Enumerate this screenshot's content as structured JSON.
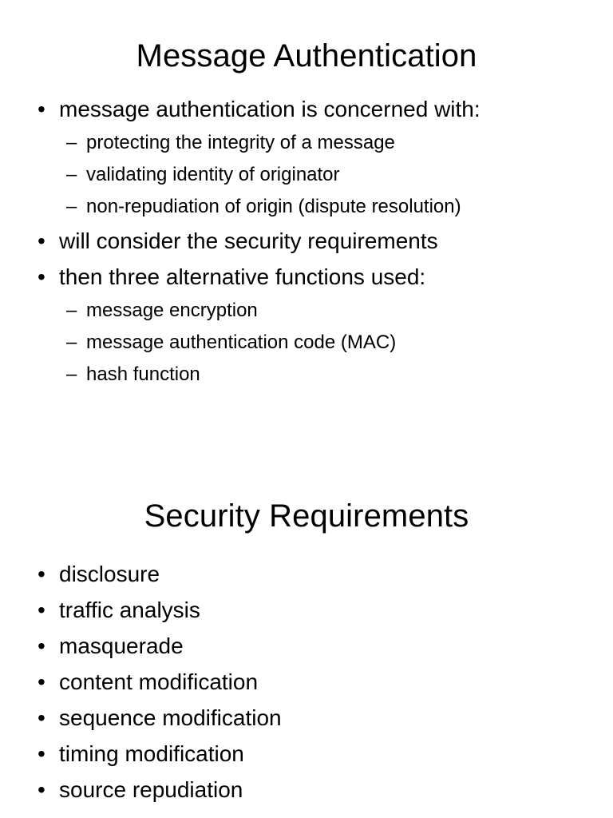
{
  "document": {
    "type": "presentation-slides",
    "background_color": "#ffffff",
    "text_color": "#000000"
  },
  "slides": [
    {
      "title": "Message Authentication",
      "bullets": [
        {
          "level": 1,
          "marker": "•",
          "text": "message authentication is concerned with:"
        },
        {
          "level": 2,
          "marker": "–",
          "text": "protecting the integrity of a message"
        },
        {
          "level": 2,
          "marker": "–",
          "text": "validating identity of originator"
        },
        {
          "level": 2,
          "marker": "–",
          "text": "non-repudiation of origin (dispute resolution)"
        },
        {
          "level": 1,
          "marker": "•",
          "text": "will consider the security requirements"
        },
        {
          "level": 1,
          "marker": "•",
          "text": "then three alternative functions used:"
        },
        {
          "level": 2,
          "marker": "–",
          "text": "message encryption"
        },
        {
          "level": 2,
          "marker": "–",
          "text": "message authentication code (MAC)"
        },
        {
          "level": 2,
          "marker": "–",
          "text": "hash function"
        }
      ]
    },
    {
      "title": "Security Requirements",
      "bullets": [
        {
          "level": 1,
          "marker": "•",
          "text": "disclosure"
        },
        {
          "level": 1,
          "marker": "•",
          "text": "traffic analysis"
        },
        {
          "level": 1,
          "marker": "•",
          "text": "masquerade"
        },
        {
          "level": 1,
          "marker": "•",
          "text": "content modification"
        },
        {
          "level": 1,
          "marker": "•",
          "text": "sequence modification"
        },
        {
          "level": 1,
          "marker": "•",
          "text": "timing modification"
        },
        {
          "level": 1,
          "marker": "•",
          "text": "source repudiation"
        }
      ]
    }
  ]
}
